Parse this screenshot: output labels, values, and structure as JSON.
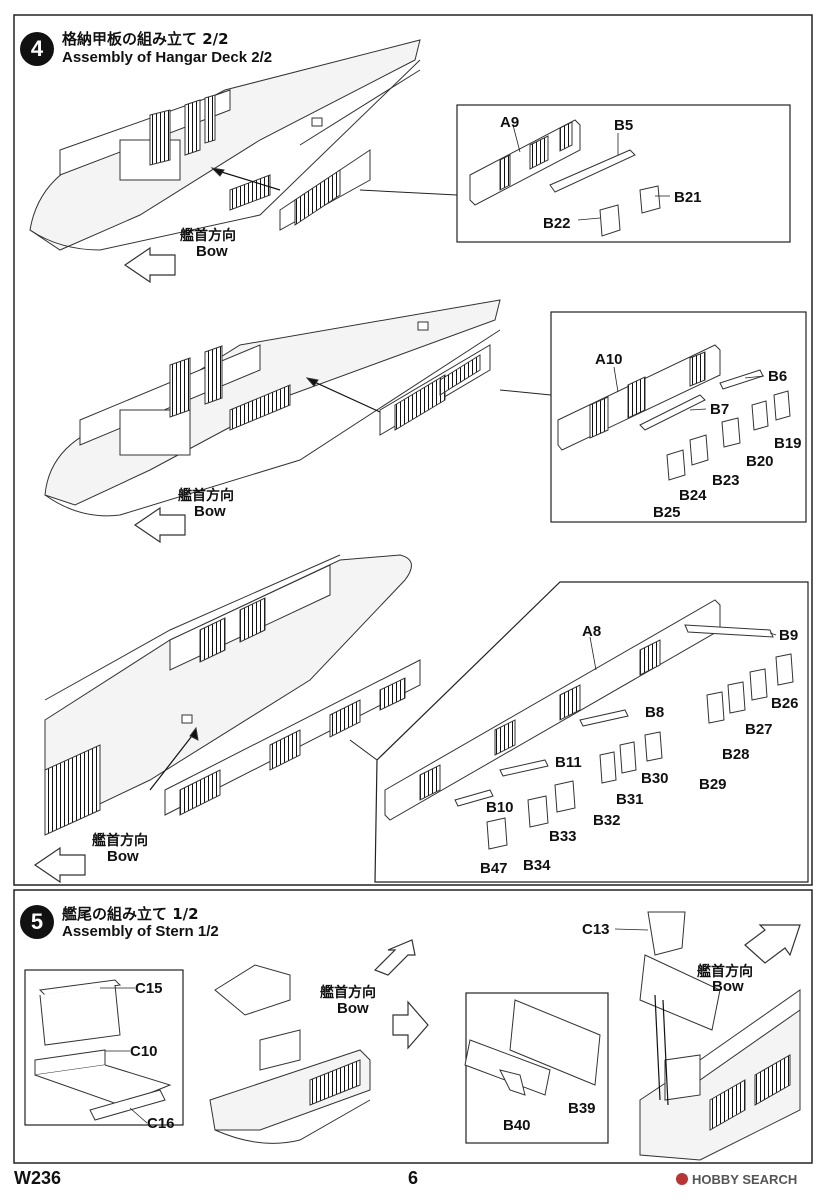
{
  "step4": {
    "number": "4",
    "title_jp": "格納甲板の組み立て 2/2",
    "title_en": "Assembly of Hangar Deck 2/2",
    "diagrams": [
      {
        "bow_jp": "艦首方向",
        "bow_en": "Bow",
        "parts": [
          "A9",
          "B5",
          "B21",
          "B22"
        ]
      },
      {
        "bow_jp": "艦首方向",
        "bow_en": "Bow",
        "parts": [
          "A10",
          "B6",
          "B7",
          "B19",
          "B20",
          "B23",
          "B24",
          "B25"
        ]
      },
      {
        "bow_jp": "艦首方向",
        "bow_en": "Bow",
        "parts": [
          "A8",
          "B9",
          "B26",
          "B27",
          "B28",
          "B29",
          "B8",
          "B11",
          "B30",
          "B31",
          "B32",
          "B10",
          "B33",
          "B34",
          "B47"
        ]
      }
    ]
  },
  "step5": {
    "number": "5",
    "title_jp": "艦尾の組み立て 1/2",
    "title_en": "Assembly of Stern 1/2",
    "parts_left": [
      "C15",
      "C10",
      "C16"
    ],
    "bow_left_jp": "艦首方向",
    "bow_left_en": "Bow",
    "parts_mid": [
      "B40",
      "B39"
    ],
    "parts_right": [
      "C13"
    ],
    "bow_right_jp": "艦首方向",
    "bow_right_en": "Bow"
  },
  "footer": {
    "code": "W236",
    "page_number": "6",
    "watermark": "HOBBY SEARCH"
  }
}
